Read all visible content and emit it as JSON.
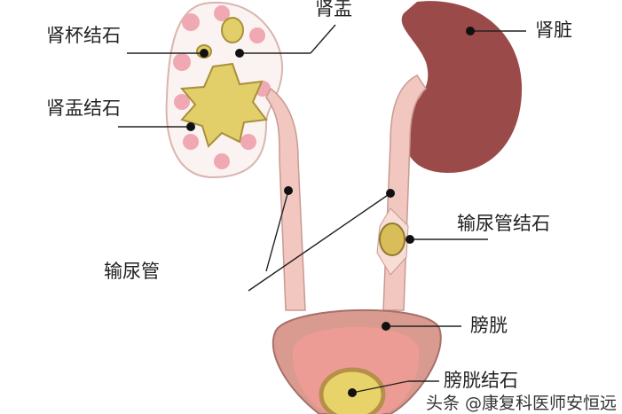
{
  "labels": {
    "calyx_stone": "肾杯结石",
    "renal_pelvis": "肾盂",
    "kidney": "肾脏",
    "pelvis_stone": "肾盂结石",
    "ureter": "输尿管",
    "ureter_stone": "输尿管结石",
    "bladder": "膀胱",
    "bladder_stone": "膀胱结石"
  },
  "watermark": "头条 @康复科医师安恒远",
  "colors": {
    "kidney": "#9a4a48",
    "tissue": "#f1c7c0",
    "stone": "#e2cf6a",
    "bladder": "#e9a99c"
  }
}
